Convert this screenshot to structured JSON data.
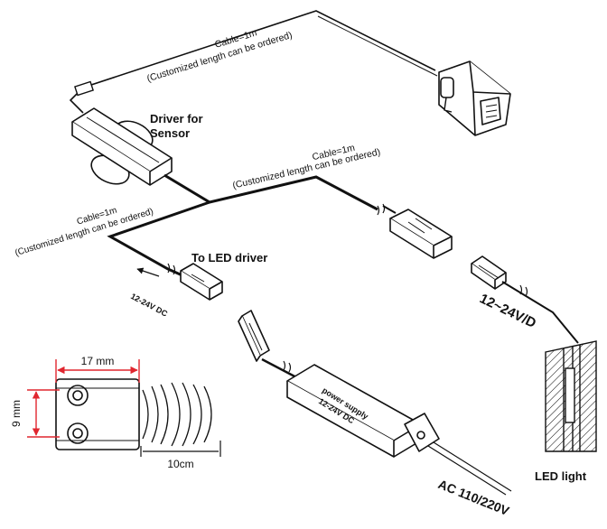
{
  "labels": {
    "cable_top_1": "Cable=1m",
    "cable_top_2": "(Customized length can be ordered)",
    "cable_mid_1": "Cable=1m",
    "cable_mid_2": "(Customized length can be ordered)",
    "cable_left_1": "Cable=1m",
    "cable_left_2": "(Customized length can be ordered)",
    "driver_sensor_1": "Driver for",
    "driver_sensor_2": "Sensor",
    "to_led_driver": "To LED driver",
    "dc_small": "12-24V DC",
    "dc_right": "12~24V/D",
    "power_supply_1": "power supply",
    "power_supply_2": "12-24V DC",
    "ac_input": "AC 110/220V",
    "led_light": "LED light",
    "dim_width": "17 mm",
    "dim_height": "9 mm",
    "dim_range": "10cm"
  },
  "colors": {
    "line": "#111111",
    "dimension": "#e0262f",
    "background": "#ffffff"
  }
}
